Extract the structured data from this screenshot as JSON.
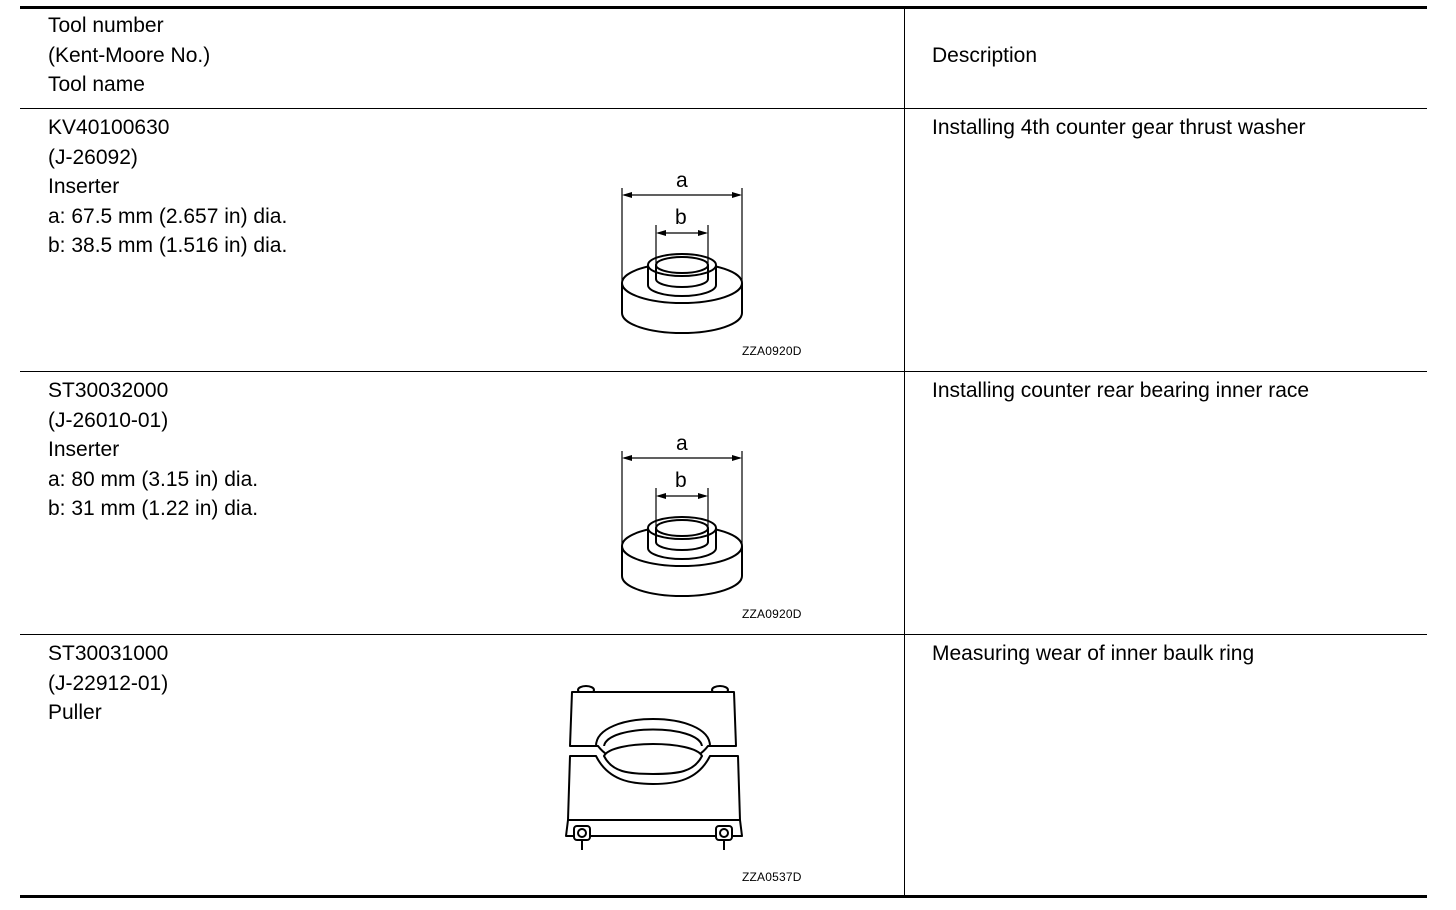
{
  "table": {
    "header": {
      "tool_lines": [
        "Tool number",
        "(Kent-Moore No.)",
        "Tool name"
      ],
      "description": "Description"
    },
    "rows": [
      {
        "lines": [
          "KV40100630",
          "(J-26092)",
          "Inserter",
          "a: 67.5 mm (2.657 in) dia.",
          "b: 38.5 mm (1.516 in) dia."
        ],
        "description": "Installing 4th counter gear thrust washer",
        "figure": {
          "label_a": "a",
          "label_b": "b",
          "code": "ZZA0920D"
        }
      },
      {
        "lines": [
          "ST30032000",
          "(J-26010-01)",
          "Inserter",
          "a: 80 mm (3.15 in) dia.",
          "b: 31 mm (1.22 in) dia."
        ],
        "description": "Installing counter rear bearing inner race",
        "figure": {
          "label_a": "a",
          "label_b": "b",
          "code": "ZZA0920D"
        }
      },
      {
        "lines": [
          "ST30031000",
          "(J-22912-01)",
          "Puller"
        ],
        "description": "Measuring wear of inner baulk ring",
        "figure": {
          "code": "ZZA0537D"
        }
      }
    ]
  }
}
